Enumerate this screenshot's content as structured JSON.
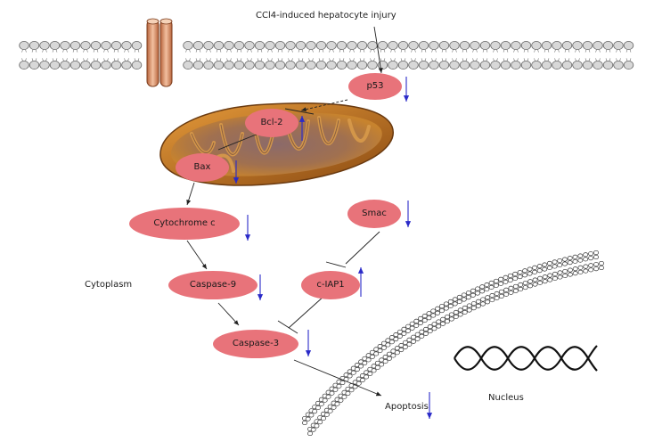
{
  "title": "CCl4-induced hepatocyte injury",
  "compartments": {
    "cytoplasm": "Cytoplasm",
    "nucleus": "Nucleus"
  },
  "nodes": {
    "p53": "p53",
    "bcl2": "Bcl-2",
    "bax": "Bax",
    "cytochrome_c": "Cytochrome c",
    "smac": "Smac",
    "caspase9": "Caspase-9",
    "ciap1": "c-IAP1",
    "caspase3": "Caspase-3",
    "apoptosis": "Apoptosis"
  },
  "regulation": {
    "p53": "down",
    "bcl2": "up",
    "bax": "down",
    "cytochrome_c": "down",
    "smac": "down",
    "caspase9": "down",
    "ciap1": "up",
    "caspase3": "down",
    "apoptosis": "down"
  },
  "colors": {
    "node_fill": "#e8737a",
    "arrow_blue": "#2a2ac8",
    "membrane": "#d8d8d8",
    "channel": "#e8a074",
    "mito_outer": "#b9742c",
    "mito_inner": "#7a6a6a"
  }
}
